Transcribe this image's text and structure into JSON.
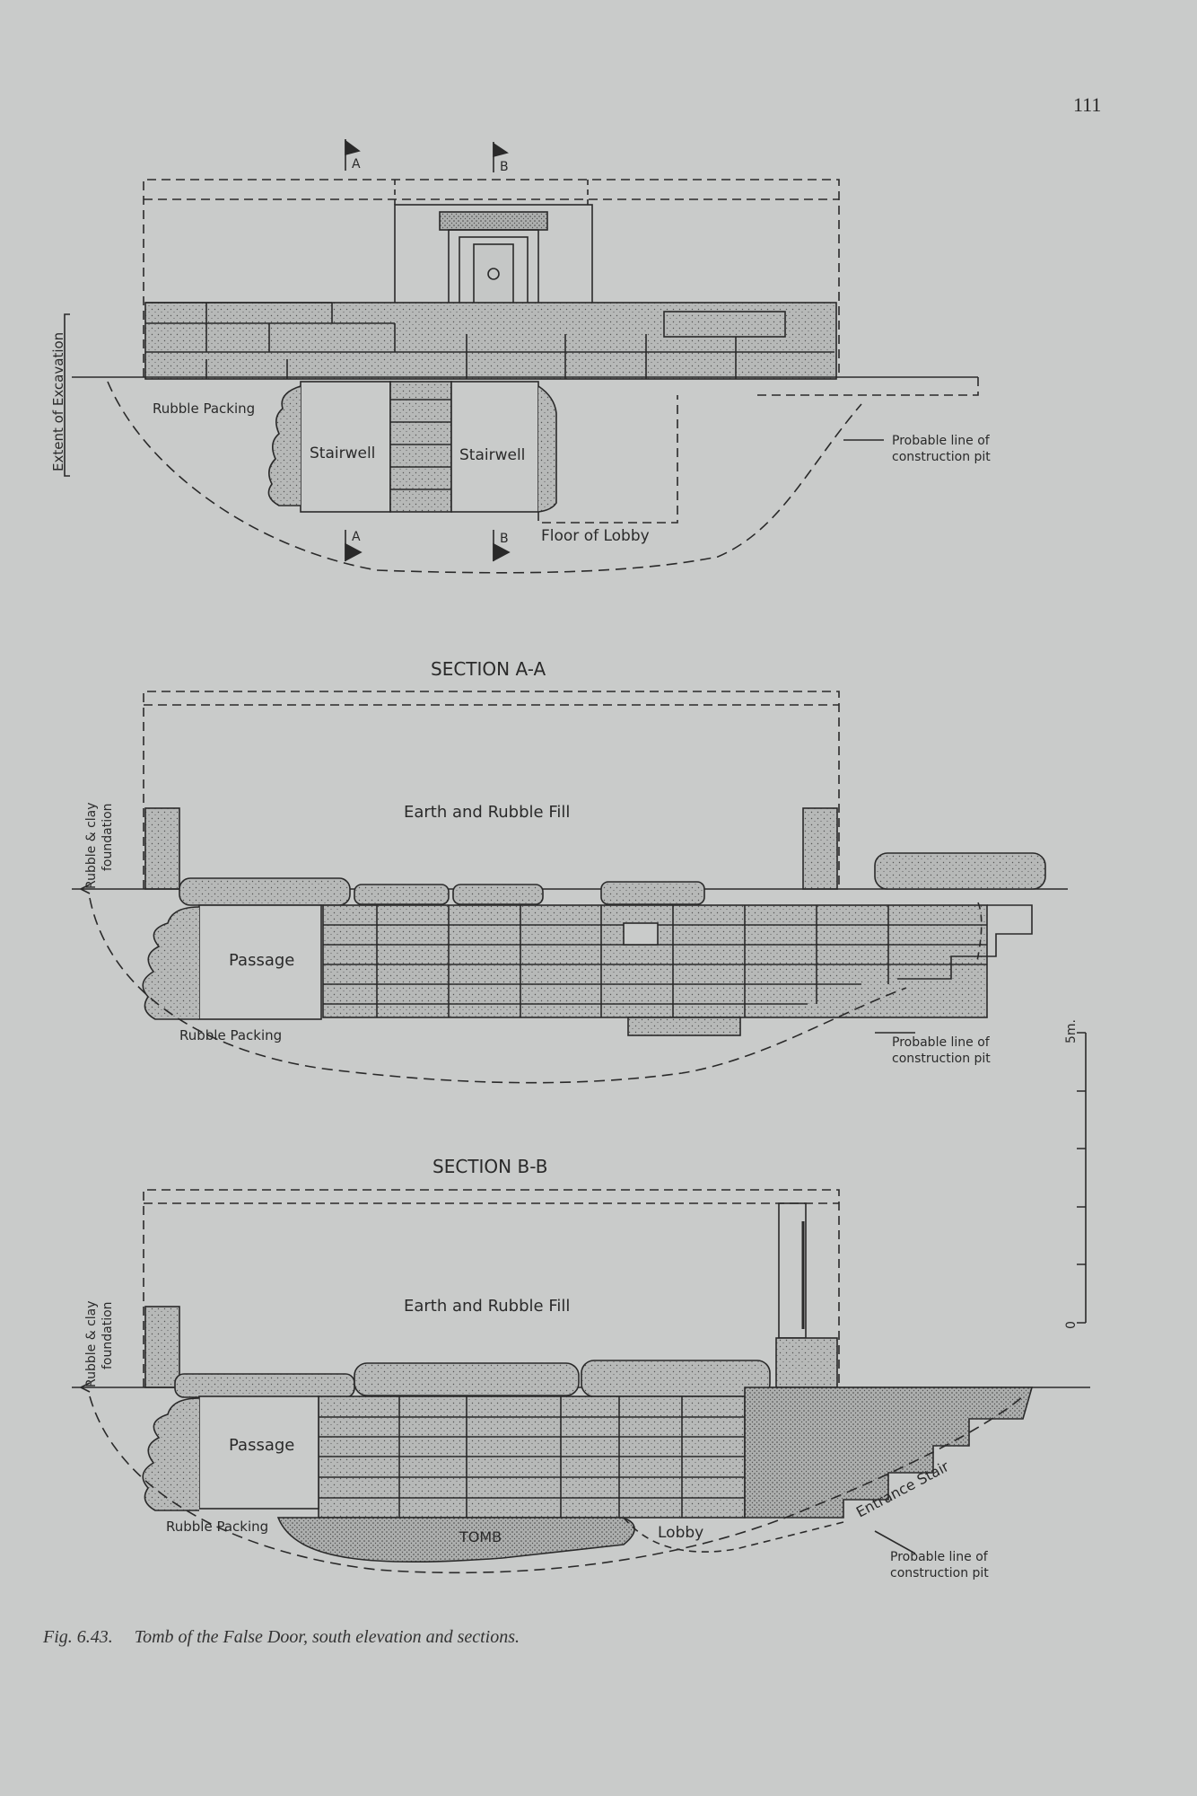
{
  "page_number": "111",
  "caption": {
    "fig": "Fig. 6.43.",
    "text": "Tomb of the False Door, south elevation and sections."
  },
  "elevation": {
    "marker_a": "A",
    "marker_b": "B",
    "extent": "Extent of Excavation",
    "rubble_packing": "Rubble Packing",
    "stairwell_1": "Stairwell",
    "stairwell_2": "Stairwell",
    "floor_lobby": "Floor of Lobby",
    "pit_1": "Probable line of",
    "pit_2": "construction pit"
  },
  "section_aa": {
    "title": "SECTION A-A",
    "fill": "Earth and Rubble Fill",
    "found_1": "Rubble & clay",
    "found_2": "foundation",
    "passage": "Passage",
    "rubble_packing": "Rubble Packing",
    "pit_1": "Probable line of",
    "pit_2": "construction pit"
  },
  "section_bb": {
    "title": "SECTION B-B",
    "fill": "Earth and Rubble Fill",
    "found_1": "Rubble & clay",
    "found_2": "foundation",
    "passage": "Passage",
    "rubble_packing": "Rubble Packing",
    "tomb": "TOMB",
    "lobby": "Lobby",
    "stair": "Entrance Stair",
    "pit_1": "Probable line of",
    "pit_2": "construction pit"
  },
  "scale": {
    "top": "5m.",
    "bottom": "0"
  },
  "colors": {
    "background": "#c9cbca",
    "ink": "#2a2a2a",
    "stone": "#b4b6b5"
  }
}
